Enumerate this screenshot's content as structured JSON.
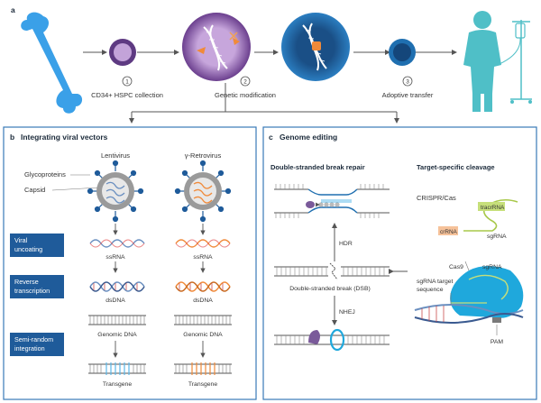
{
  "panel_a": {
    "letter": "a",
    "steps": [
      {
        "num": "1",
        "label": "CD34+ HSPC collection"
      },
      {
        "num": "2",
        "label": "Genetic modification"
      },
      {
        "num": "3",
        "label": "Adoptive transfer"
      }
    ]
  },
  "panel_b": {
    "letter": "b",
    "title": "Integrating viral vectors",
    "lentivirus": "Lentivirus",
    "retrovirus": "γ-Retrovirus",
    "glycoproteins": "Glycoproteins",
    "capsid": "Capsid",
    "stages": [
      "Viral uncoating",
      "Reverse transcription",
      "Semi-random integration"
    ],
    "stage_lines": [
      [
        "Viral",
        "uncoating"
      ],
      [
        "Reverse",
        "transcription"
      ],
      [
        "Semi-random",
        "integration"
      ]
    ],
    "ssrna": "ssRNA",
    "dsdna": "dsDNA",
    "genomic_dna": "Genomic DNA",
    "transgene": "Transgene"
  },
  "panel_c": {
    "letter": "c",
    "title": "Genome editing",
    "dsb_repair": "Double-stranded break repair",
    "target_cleavage": "Target-specific cleavage",
    "hdr": "HDR",
    "nhej": "NHEJ",
    "dsb": "Double-stranded break (DSB)",
    "crispr": "CRISPR/Cas",
    "tracrna": "tracrRNA",
    "crrna": "crRNA",
    "sgrna": "sgRNA",
    "cas9": "Cas9",
    "sgrna2": "sgRNA",
    "sgrna_target": [
      "sgRNA target",
      "sequence"
    ],
    "pam": "PAM"
  },
  "colors": {
    "panel_border": "#3a7ab8",
    "dark_blue_box": "#1f5b9a",
    "bone": "#3aa0e8",
    "cell_purple": "#6b3f8e",
    "cell_blue": "#1f6fb0",
    "patient": "#4fbfc7",
    "lentivirus_strand": "#6a8fc0",
    "retrovirus_strand": "#f08a3a",
    "cas9": "#1fa8dc",
    "tracr_green": "#a8c84a",
    "crrna_orange": "#f0a070"
  }
}
